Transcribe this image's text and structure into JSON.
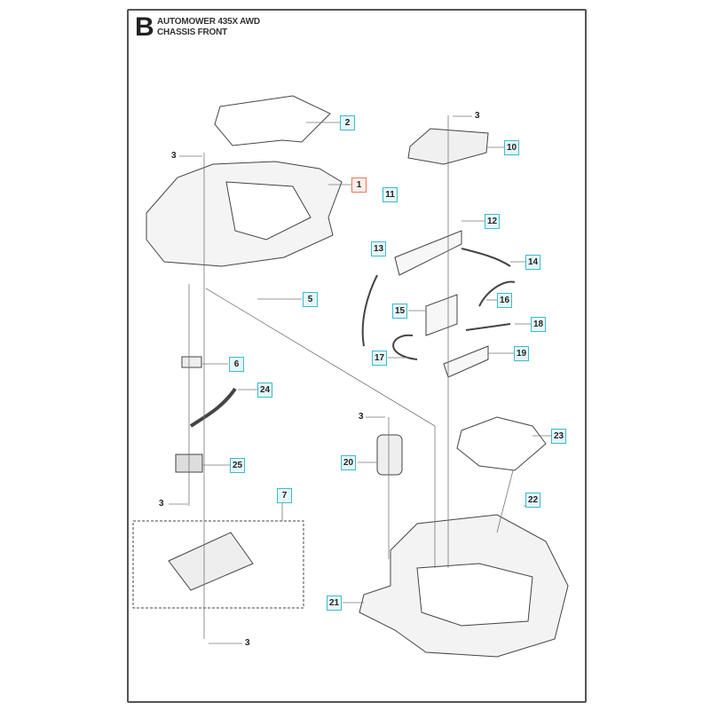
{
  "header": {
    "section_letter": "B",
    "title_line1": "AUTOMOWER 435X AWD",
    "title_line2": "CHASSIS FRONT"
  },
  "callouts": [
    {
      "id": "c1",
      "label": "1",
      "highlight": true
    },
    {
      "id": "c2",
      "label": "2"
    },
    {
      "id": "c3a",
      "label": "3"
    },
    {
      "id": "c3b",
      "label": "3"
    },
    {
      "id": "c3c",
      "label": "3"
    },
    {
      "id": "c3d",
      "label": "3"
    },
    {
      "id": "c3e",
      "label": "3"
    },
    {
      "id": "c5",
      "label": "5"
    },
    {
      "id": "c6",
      "label": "6"
    },
    {
      "id": "c7",
      "label": "7"
    },
    {
      "id": "c10",
      "label": "10"
    },
    {
      "id": "c11",
      "label": "11"
    },
    {
      "id": "c12",
      "label": "12"
    },
    {
      "id": "c13",
      "label": "13"
    },
    {
      "id": "c14",
      "label": "14"
    },
    {
      "id": "c15",
      "label": "15"
    },
    {
      "id": "c16",
      "label": "16"
    },
    {
      "id": "c17",
      "label": "17"
    },
    {
      "id": "c18",
      "label": "18"
    },
    {
      "id": "c19",
      "label": "19"
    },
    {
      "id": "c20",
      "label": "20"
    },
    {
      "id": "c21",
      "label": "21"
    },
    {
      "id": "c22",
      "label": "22"
    },
    {
      "id": "c23",
      "label": "23"
    },
    {
      "id": "c24",
      "label": "24"
    },
    {
      "id": "c25",
      "label": "25"
    }
  ],
  "colors": {
    "callout_border": "#38bccc",
    "highlight_border": "#e8785a"
  }
}
